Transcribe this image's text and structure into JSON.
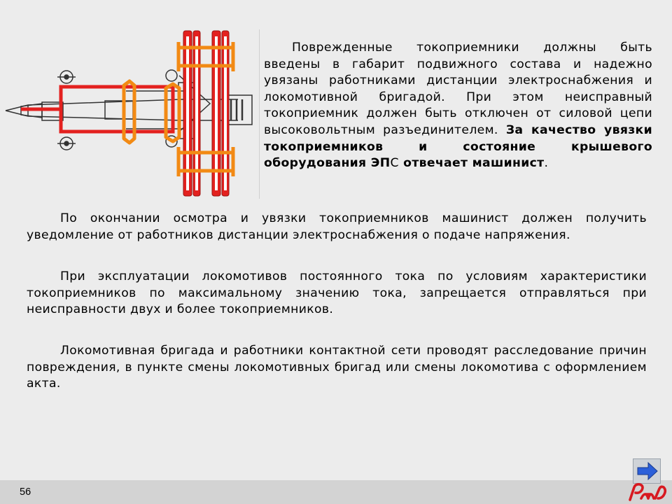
{
  "slide": {
    "page_number": "56",
    "colors": {
      "red": "#e3211f",
      "orange": "#f28a14",
      "logo": "#d71920"
    }
  },
  "top_text": {
    "part1": "Поврежденные токоприемники должны быть введены в габарит подвижного состава и надежно увязаны работниками дистанции электроснабжения и локомотивной бригадой. При этом неисправный токоприемник должен быть отключен от силовой цепи высоковольтным разъединителем.",
    "bold_part": "За качество увязки токоприемников и состояние крышевого оборудования ЭП",
    "bold_tail": "С",
    "bold_part2": " отвечает машинист",
    "end": "."
  },
  "paragraphs": [
    "По окончании осмотра и увязки токоприемников машинист должен получить уведомление от работников дистанции электроснабжения о подаче напряжения.",
    "При эксплуатации локомотивов постоянного тока по условиям характеристики токоприемников по максимальному значению тока, запрещается отправляться при неисправности двух и более токоприемников.",
    "Локомотивная бригада и работники контактной сети проводят расследование причин повреждения, в пункте смены локомотивных бригад или смены локомотива с оформлением акта."
  ],
  "navigation": {
    "next_icon": "arrow-right-icon"
  },
  "logo": {
    "icon": "rzd-logo",
    "text": "РЖД"
  }
}
